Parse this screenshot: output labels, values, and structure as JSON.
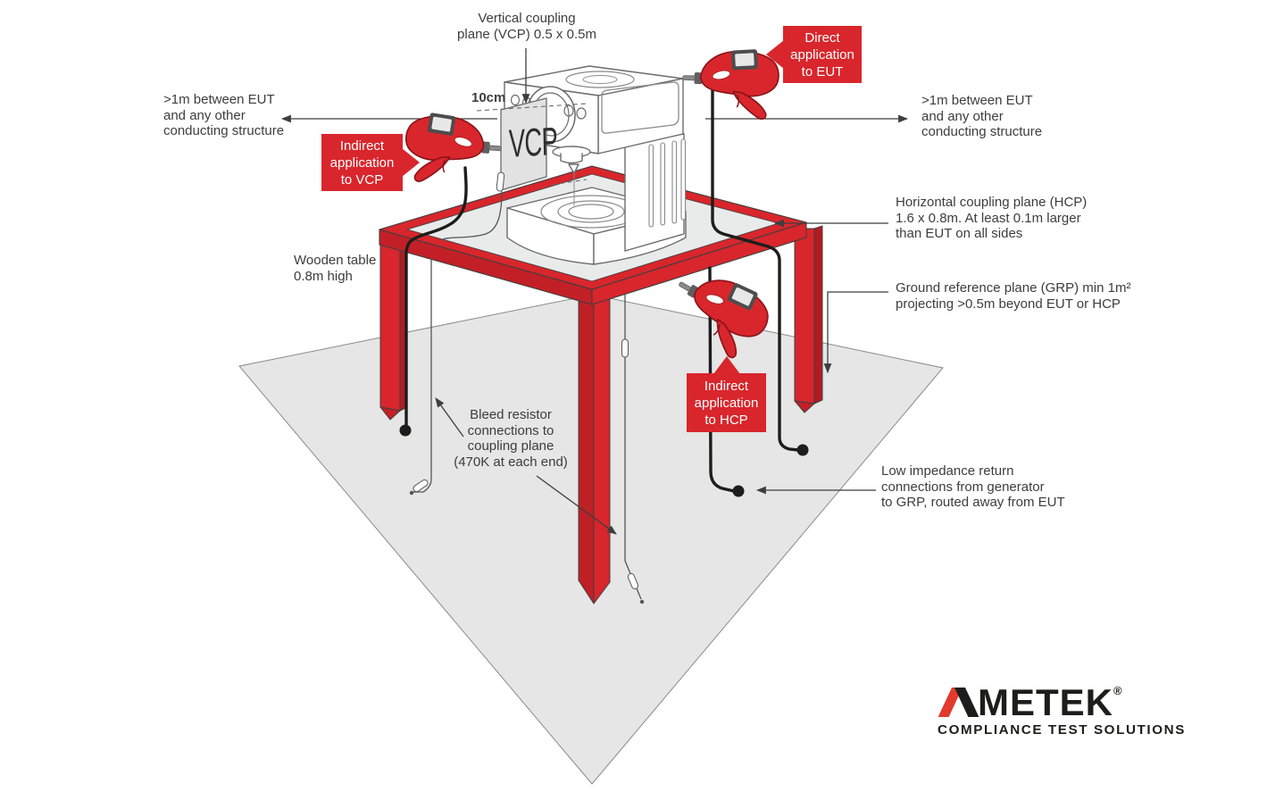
{
  "diagram_title_context": "ESD test setup diagram",
  "labels": {
    "vcp_title": "Vertical coupling\nplane (VCP) 0.5 x 0.5m",
    "gap_10cm": "10cm",
    "clearance_left": ">1m between EUT\nand any other\nconducting structure",
    "clearance_right": ">1m between EUT\nand any other\nconducting structure",
    "hcp": "Horizontal coupling plane (HCP)\n1.6 x 0.8m. At least 0.1m larger\nthan EUT on all sides",
    "grp": "Ground reference plane (GRP) min 1m²\nprojecting >0.5m beyond EUT or HCP",
    "wooden_table": "Wooden table\n0.8m high",
    "bleed_resistor": "Bleed resistor\nconnections to\ncoupling plane\n(470K at each end)",
    "low_impedance": "Low impedance return\nconnections from generator\nto GRP, routed away from EUT",
    "vcp_panel": "VCP"
  },
  "callouts": {
    "direct_eut": "Direct\napplication\nto EUT",
    "indirect_vcp": "Indirect\napplication\nto VCP",
    "indirect_hcp": "Indirect\napplication\nto HCP"
  },
  "icons": {
    "esd_gun": "esd-generator-gun",
    "resistor": "bleed-resistor-symbol"
  },
  "logo": {
    "brand_rest": "METEK",
    "registered": "®",
    "tagline": "COMPLIANCE TEST SOLUTIONS"
  },
  "colors": {
    "accent_red": "#d8262c",
    "dark_red": "#b01c22",
    "logo_red": "#e23a2e",
    "grp_gray": "#e5e6e5",
    "table_top_gray": "#e9eaea",
    "vcp_gray": "#e2e2e2",
    "cable_black": "#1d1d1b",
    "line_gray": "#3e3e3e",
    "text_gray": "#3d3d3d"
  }
}
